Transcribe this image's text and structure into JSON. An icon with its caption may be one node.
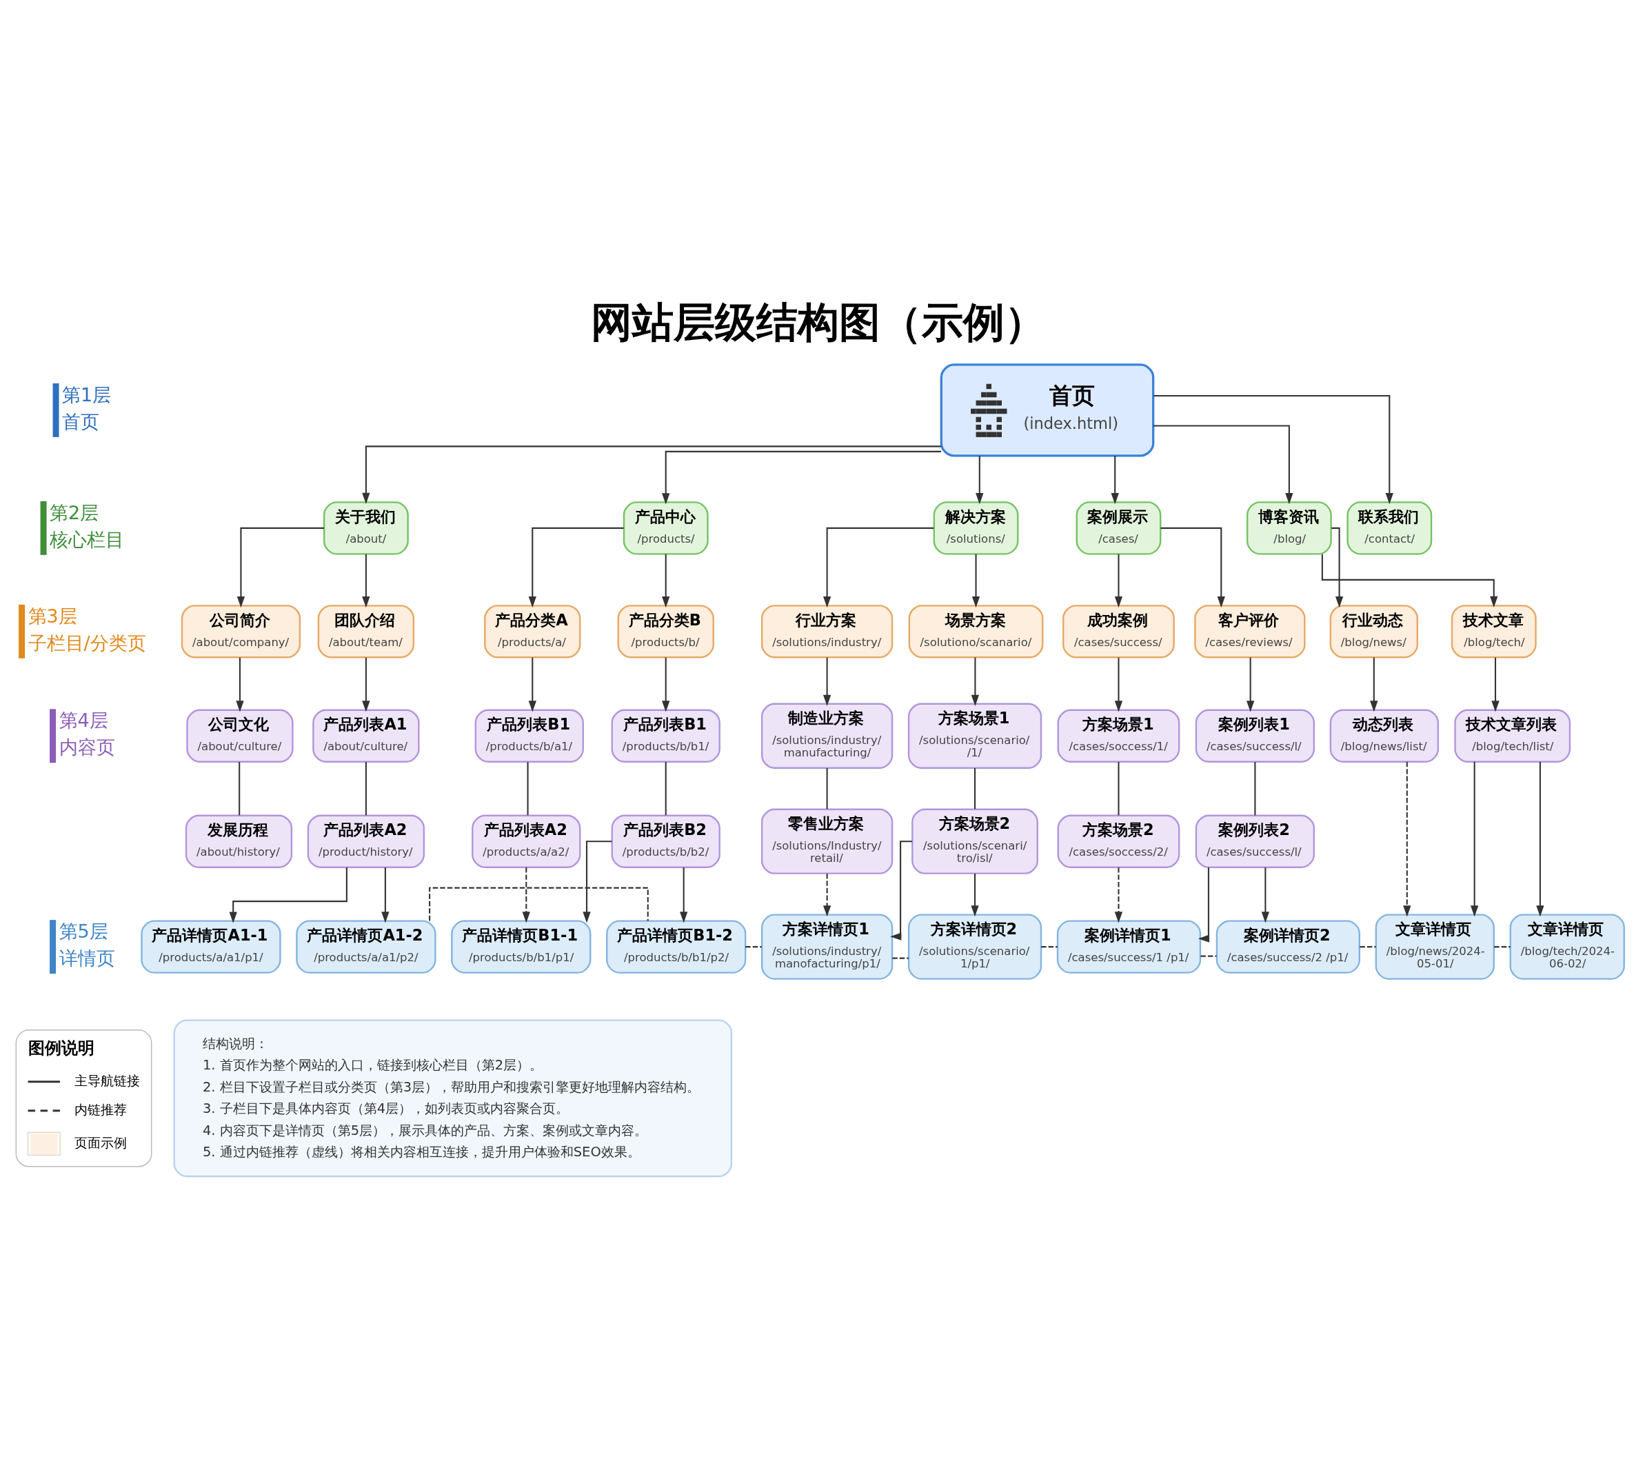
{
  "diagram": {
    "title": "网站层级结构图（示例）",
    "nodes": [
      {
        "text": [
          "首页",
          "(index.html)"
        ]
      },
      {
        "text": [
          "关于我们",
          "/about/"
        ]
      },
      {
        "text": [
          "产品中心",
          "/products/"
        ]
      },
      {
        "text": [
          "解决方案",
          "/solutions/"
        ]
      },
      {
        "text": [
          "案例展示",
          "/cases/"
        ]
      },
      {
        "text": [
          "博客资讯",
          "/blog/"
        ]
      },
      {
        "text": [
          "联系我们",
          "/contact/"
        ]
      },
      {
        "text": [
          "公司简介",
          "/about/company/"
        ]
      },
      {
        "text": [
          "团队介绍",
          "/about/team/"
        ]
      },
      {
        "text": [
          "产品分类A",
          "/products/a/"
        ]
      },
      {
        "text": [
          "产品分类B",
          "/products/b/"
        ]
      },
      {
        "text": [
          "行业方案",
          "/solutions/industry/"
        ]
      },
      {
        "text": [
          "场景方案",
          "/solutiono/scanario/"
        ]
      },
      {
        "text": [
          "成功案例",
          "/cases/success/"
        ]
      },
      {
        "text": [
          "客户评价",
          "/cases/reviews/"
        ]
      },
      {
        "text": [
          "行业动态",
          "/blog/news/"
        ]
      },
      {
        "text": [
          "技术文章",
          "/blog/tech/"
        ]
      },
      {
        "text": [
          "公司文化",
          "/about/culture/"
        ]
      },
      {
        "text": [
          "产品列表A1",
          "/about/culture/"
        ]
      },
      {
        "text": [
          "产品列表B1",
          "/products/b/a1/"
        ]
      },
      {
        "text": [
          "产品列表B1",
          "/products/b/b1/"
        ]
      },
      {
        "text": [
          "制造业方案",
          "/solutions/industry/ manufacturing/"
        ]
      },
      {
        "text": [
          "方案场景1",
          "/solutions/scenario/ /1/"
        ]
      },
      {
        "text": [
          "方案场景1",
          "/cases/soccess/1/"
        ]
      },
      {
        "text": [
          "案例列表1",
          "/cases/success/l/"
        ]
      },
      {
        "text": [
          "动态列表",
          "/blog/news/list/"
        ]
      },
      {
        "text": [
          "技术文章列表",
          "/blog/tech/list/"
        ]
      },
      {
        "text": [
          "发展历程",
          "/about/history/"
        ]
      },
      {
        "text": [
          "产品列表A2",
          "/product/history/"
        ]
      },
      {
        "text": [
          "产品列表A2",
          "/products/a/a2/"
        ]
      },
      {
        "text": [
          "产品列表B2",
          "/products/b/b2/"
        ]
      },
      {
        "text": [
          "零售业方案",
          "/solutions/Industry/ retail/"
        ]
      },
      {
        "text": [
          "方案场景2",
          "/solutions/scenari/ tro/isl/"
        ]
      },
      {
        "text": [
          "方案场景2",
          "/cases/soccess/2/"
        ]
      },
      {
        "text": [
          "案例列表2",
          "/cases/success/l/"
        ]
      },
      {
        "text": [
          "产品详情页A1-1",
          "/products/a/a1/p1/"
        ]
      },
      {
        "text": [
          "产品详情页A1-2",
          "/products/a/a1/p2/"
        ]
      },
      {
        "text": [
          "产品详情页B1-1",
          "/products/b/b1/p1/"
        ]
      },
      {
        "text": [
          "产品详情页B1-2",
          "/products/b/b1/p2/"
        ]
      },
      {
        "text": [
          "方案详情页1",
          "/solutions/industry/ manofacturing/p1/"
        ]
      },
      {
        "text": [
          "方案详情页2",
          "/solutions/scenario/ 1/p1/"
        ]
      },
      {
        "text": [
          "案例详情页1",
          "/cases/success/1 /p1/"
        ]
      },
      {
        "text": [
          "案例详情页2",
          "/cases/success/2 /p1/"
        ]
      },
      {
        "text": [
          "文章详情页",
          "/blog/news/2024- 05-01/"
        ]
      },
      {
        "text": [
          "文章详情页",
          "/blog/tech/2024- 06-02/"
        ]
      },
      {
        "text": [
          "结构说明：",
          "1. 首页作为整个网站的入口，链接到核心栏目（第2层）。",
          "2. 栏目下设置子栏目或分类页（第3层），帮助用户和搜索引擎更好地理解内容结构。",
          "3. 子栏目下是具体内容页（第4层），如列表页或内容聚合页。",
          "4. 内容页下是详情页（第5层），展示具体的产品、方案、案例或文章内容。",
          "5. 通过内链推荐（虚线）将相关内容相互连接，提升用户体验和SEO效果。"
        ]
      }
    ],
    "edges": [
      {
        "from": 0,
        "to": 1,
        "arrow": "to"
      },
      {
        "from": 0,
        "to": 2,
        "arrow": "to"
      },
      {
        "from": 0,
        "to": 3,
        "arrow": "to"
      },
      {
        "from": 0,
        "to": 4,
        "arrow": "to"
      },
      {
        "from": 0,
        "to": 5,
        "arrow": "to"
      },
      {
        "from": 0,
        "to": 6,
        "arrow": "to"
      },
      {
        "from": 1,
        "to": 7,
        "arrow": "to"
      },
      {
        "from": 1,
        "to": 8,
        "arrow": "to"
      },
      {
        "from": 2,
        "to": 9,
        "arrow": "to"
      },
      {
        "from": 2,
        "to": 10,
        "arrow": "to"
      },
      {
        "from": 3,
        "to": 11,
        "arrow": "to"
      },
      {
        "from": 3,
        "to": 12,
        "arrow": "to"
      },
      {
        "from": 4,
        "to": 13,
        "arrow": "to"
      },
      {
        "from": 4,
        "to": 14,
        "arrow": "to"
      },
      {
        "from": 5,
        "to": 15,
        "arrow": "to"
      },
      {
        "from": 5,
        "to": 16,
        "arrow": "to"
      },
      {
        "from": 7,
        "to": 17,
        "arrow": "to"
      },
      {
        "from": 8,
        "to": 18,
        "arrow": "to"
      },
      {
        "from": 9,
        "to": 19,
        "arrow": "to"
      },
      {
        "from": 10,
        "to": 20,
        "arrow": "to"
      },
      {
        "from": 11,
        "to": 21,
        "arrow": "to"
      },
      {
        "from": 12,
        "to": 22,
        "arrow": "to"
      },
      {
        "from": 13,
        "to": 23,
        "arrow": "to"
      },
      {
        "from": 14,
        "to": 24,
        "arrow": "to"
      },
      {
        "from": 15,
        "to": 25,
        "arrow": "to"
      },
      {
        "from": 16,
        "to": 26,
        "arrow": "to"
      },
      {
        "from": 17,
        "to": 27,
        "arrow": "none"
      },
      {
        "from": 18,
        "to": 28,
        "arrow": "none"
      },
      {
        "from": 19,
        "to": 29,
        "arrow": "none"
      },
      {
        "from": 20,
        "to": 30,
        "arrow": "none"
      },
      {
        "from": 21,
        "to": 31,
        "arrow": "none"
      },
      {
        "from": 22,
        "to": 32,
        "arrow": "none"
      },
      {
        "from": 23,
        "to": 33,
        "arrow": "none"
      },
      {
        "from": 24,
        "to": 34,
        "arrow": "none"
      },
      {
        "from": 28,
        "to": 35,
        "arrow": "to"
      },
      {
        "from": 28,
        "to": 36,
        "arrow": "to"
      },
      {
        "from": 29,
        "to": 37,
        "arrow": "to",
        "style": "dashed"
      },
      {
        "from": 30,
        "to": 37,
        "arrow": "to"
      },
      {
        "from": 30,
        "to": 38,
        "arrow": "to"
      },
      {
        "from": 31,
        "to": 39,
        "arrow": "to",
        "style": "dashed"
      },
      {
        "from": 32,
        "to": 39,
        "arrow": "to"
      },
      {
        "from": 32,
        "to": 40,
        "arrow": "to"
      },
      {
        "from": 33,
        "to": 41,
        "arrow": "to",
        "style": "dashed"
      },
      {
        "from": 34,
        "to": 41,
        "arrow": "to"
      },
      {
        "from": 34,
        "to": 42,
        "arrow": "to"
      },
      {
        "from": 25,
        "to": 43,
        "arrow": "to",
        "style": "dashed"
      },
      {
        "from": 26,
        "to": 43,
        "arrow": "to"
      },
      {
        "from": 26,
        "to": 44,
        "arrow": "to"
      },
      {
        "from": 36,
        "to": 38,
        "arrow": "none",
        "style": "dashed"
      },
      {
        "from": 38,
        "to": 39,
        "arrow": "none",
        "style": "dashed"
      },
      {
        "from": 39,
        "to": 40,
        "arrow": "none",
        "style": "dashed"
      },
      {
        "from": 40,
        "to": 41,
        "arrow": "none",
        "style": "dashed"
      },
      {
        "from": 41,
        "to": 42,
        "arrow": "none",
        "style": "dashed"
      },
      {
        "from": 42,
        "to": 43,
        "arrow": "none",
        "style": "dashed"
      },
      {
        "from": 43,
        "to": 44,
        "arrow": "none",
        "style": "dashed"
      }
    ],
    "labels": [
      "第1层",
      "首页",
      "第2层",
      "核心栏目",
      "第3层",
      "子栏目/分类页",
      "第4层",
      "内容页",
      "第5层",
      "详情页",
      "图例说明"
    ],
    "legend": [
      {
        "text": "主导航链接"
      },
      {
        "text": "内链推荐"
      },
      {
        "text": "页面示例",
        "color": "#fdf0e2"
      }
    ]
  }
}
